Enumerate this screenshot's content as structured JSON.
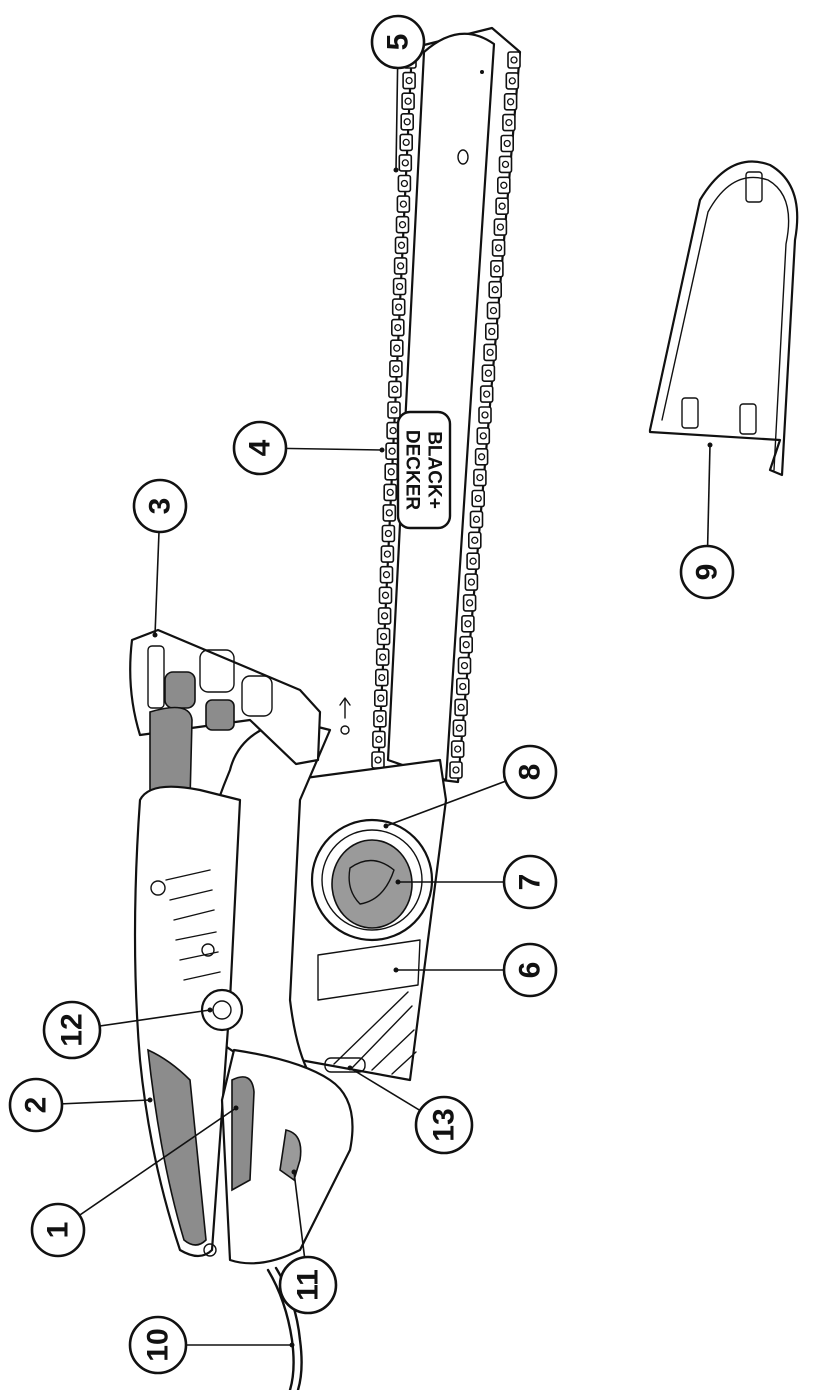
{
  "brand": {
    "line1": "BLACK+",
    "line2": "DECKER"
  },
  "callouts": [
    {
      "label": "1"
    },
    {
      "label": "2"
    },
    {
      "label": "3"
    },
    {
      "label": "4"
    },
    {
      "label": "5"
    },
    {
      "label": "6"
    },
    {
      "label": "7"
    },
    {
      "label": "8"
    },
    {
      "label": "9"
    },
    {
      "label": "10"
    },
    {
      "label": "11"
    },
    {
      "label": "12"
    },
    {
      "label": "13"
    }
  ]
}
